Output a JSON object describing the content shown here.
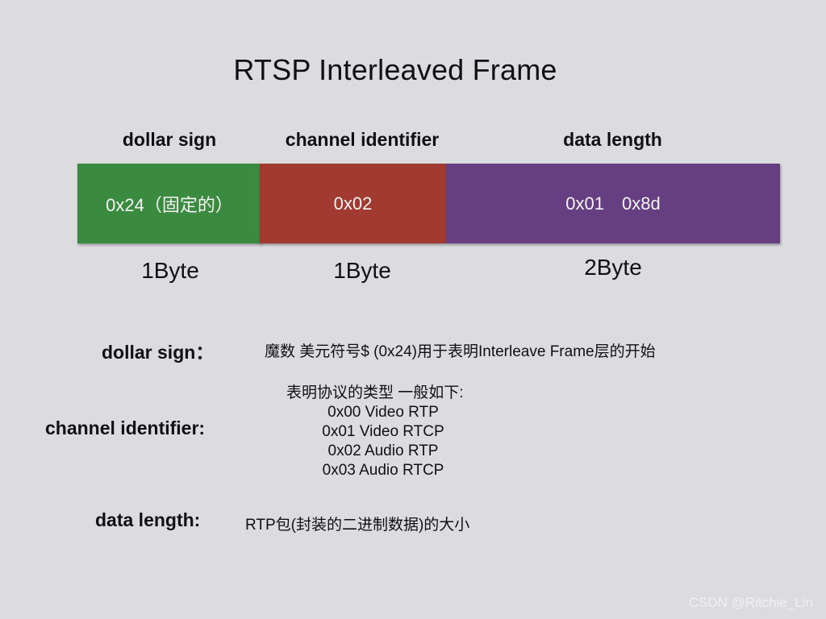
{
  "title": "RTSP Interleaved Frame",
  "fields": [
    {
      "header": "dollar sign",
      "value": "0x24（固定的）",
      "value2": "",
      "size": "1Byte",
      "color": "#3a8a3f"
    },
    {
      "header": "channel identifier",
      "value": "0x02",
      "value2": "",
      "size": "1Byte",
      "color": "#a13b32"
    },
    {
      "header": "data length",
      "value": "0x01",
      "value2": "0x8d",
      "size": "2Byte",
      "color": "#653f81"
    }
  ],
  "descriptions": {
    "dollar_sign": {
      "label": "dollar sign：",
      "text": "魔数 美元符号$ (0x24)用于表明Interleave Frame层的开始"
    },
    "channel_identifier": {
      "label": "channel identifier:",
      "intro": "表明协议的类型 一般如下:",
      "items": [
        "0x00 Video RTP",
        "0x01 Video RTCP",
        "0x02 Audio RTP",
        "0x03 Audio RTCP"
      ]
    },
    "data_length": {
      "label": "data length:",
      "text": "RTP包(封装的二进制数据)的大小"
    }
  },
  "watermark": "CSDN @Ritchie_Lin"
}
